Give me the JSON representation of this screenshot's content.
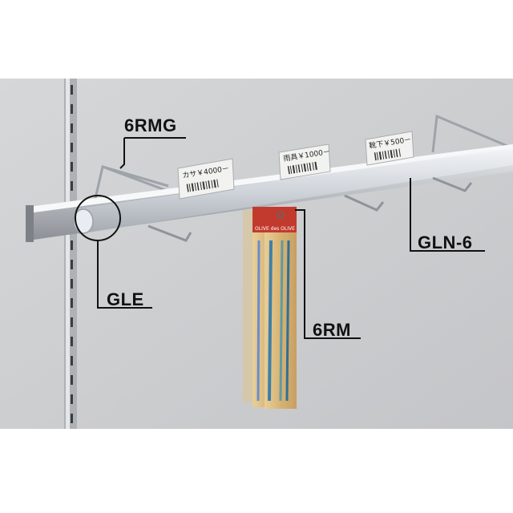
{
  "labels": {
    "shelf_bracket": "6RMG",
    "end_cap": "GLE",
    "rail": "GLN-6",
    "hook": "6RM"
  },
  "price_tags": [
    {
      "text": "カサ￥4000－"
    },
    {
      "text": "雨具￥1000－"
    },
    {
      "text": "靴下￥500－"
    }
  ],
  "package_text": "OLIVE des OLIVE",
  "colors": {
    "wall": "#cfd0d2",
    "chrome": "#b8bcc2",
    "label_line": "#111111"
  }
}
